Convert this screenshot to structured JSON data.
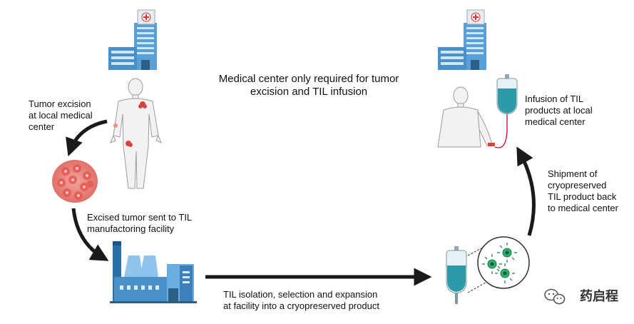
{
  "title": "Medical center only required for tumor\nexcision and TIL infusion",
  "steps": {
    "excision": "Tumor excision\nat local medical\ncenter",
    "sent": "Excised tumor sent to TIL\nmanufactoring facility",
    "isolation": "TIL isolation, selection and expansion\nat facility into a cryopreserved product",
    "shipment": "Shipment of\ncryopreserved\nTIL product back\nto medical center",
    "infusion": "Infusion of TIL\nproducts at local\nmedical center"
  },
  "watermark": "药启程",
  "colors": {
    "hospital_blue": "#4a90c8",
    "tumor_red": "#d9443e",
    "bag_teal": "#2e9aa8",
    "factory_blue": "#3d8bc9",
    "cell_green": "#2fae6e"
  }
}
